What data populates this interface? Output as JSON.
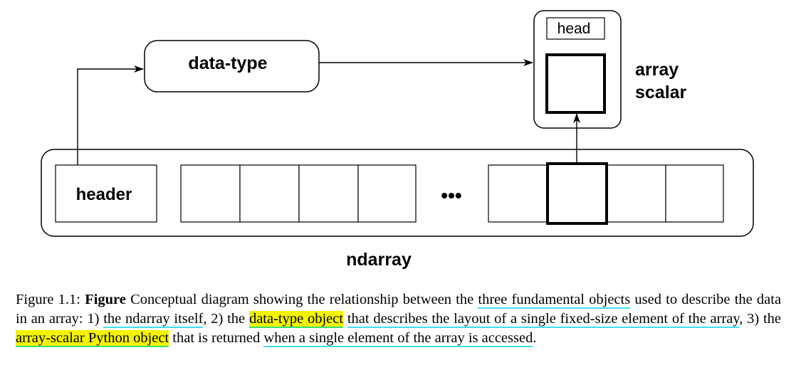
{
  "diagram": {
    "data_type_label": "data-type",
    "head_label": "head",
    "array_scalar_label_line1": "array",
    "array_scalar_label_line2": "scalar",
    "header_label": "header",
    "ellipsis": "•••",
    "ndarray_label": "ndarray"
  },
  "caption": {
    "figure_number": "Figure 1.1:",
    "figure_word": "Figure",
    "t1": "Conceptual diagram showing the relationship between the",
    "u1": "three fundamental objects",
    "t2": "used to describe the data in an array: 1)",
    "u2": "the ndarray itself",
    "t3": ", 2) the",
    "h1": "data-type object",
    "u3": "that describes the layout of a single fixed-size element of the array",
    "t4": ", 3) the",
    "h2": "array-scalar Python object",
    "t5": "that is returned",
    "u4": "when a single element of the array is accessed",
    "t6": "."
  },
  "colors": {
    "link_underline": "#3fe0f0",
    "highlight": "#f3f300",
    "highlight_underline": "#39e070"
  }
}
